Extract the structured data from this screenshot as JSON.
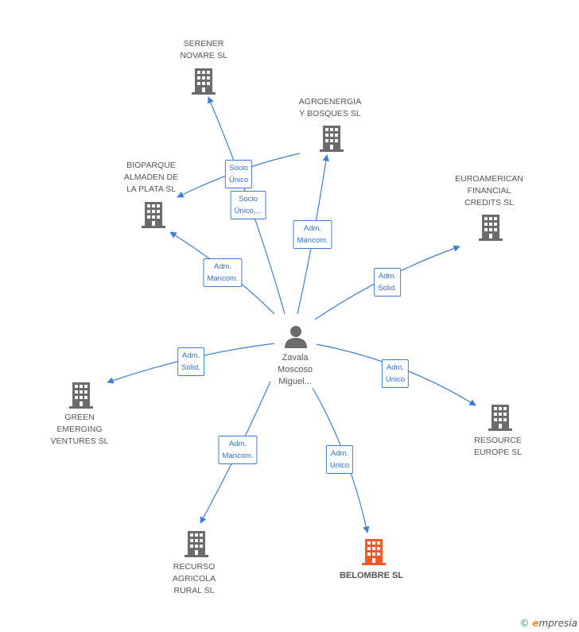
{
  "center": {
    "name": "Zavala\nMoscoso\nMiguel..."
  },
  "companies": [
    {
      "id": "serener",
      "name": "SERENER\nNOVARE  SL",
      "highlight": false
    },
    {
      "id": "agroenergia",
      "name": "AGROENERGIA\nY BOSQUES SL",
      "highlight": false
    },
    {
      "id": "bioparque",
      "name": "BIOPARQUE\nALMADEN DE\nLA PLATA SL",
      "highlight": false
    },
    {
      "id": "euroamerican",
      "name": "EUROAMERICAN\nFINANCIAL\nCREDITS SL",
      "highlight": false
    },
    {
      "id": "green",
      "name": "GREEN\nEMERGING\nVENTURES SL",
      "highlight": false
    },
    {
      "id": "resource",
      "name": "RESOURCE\nEUROPE SL",
      "highlight": false
    },
    {
      "id": "recurso",
      "name": "RECURSO\nAGRICOLA\nRURAL SL",
      "highlight": false
    },
    {
      "id": "belombre",
      "name": "BELOMBRE SL",
      "highlight": true
    }
  ],
  "edges": [
    {
      "id": "e-serener",
      "label": "Socio\nÚnico,..."
    },
    {
      "id": "e-agro-bio",
      "label": "Socio\nÚnico"
    },
    {
      "id": "e-agroenergia",
      "label": "Adm.\nMancom."
    },
    {
      "id": "e-bioparque",
      "label": "Adm.\nMancom."
    },
    {
      "id": "e-euroamerican",
      "label": "Adm.\nSolid."
    },
    {
      "id": "e-green",
      "label": "Adm.\nSolid."
    },
    {
      "id": "e-resource",
      "label": "Adm.\nUnico"
    },
    {
      "id": "e-recurso",
      "label": "Adm.\nMancom."
    },
    {
      "id": "e-belombre",
      "label": "Adm.\nUnico"
    }
  ],
  "colors": {
    "edge": "#3b7fd9",
    "building": "#6b6b6b",
    "highlight": "#f05a28"
  },
  "footer": {
    "copyright": "©",
    "brand_e": "e",
    "brand_rest": "mpresia"
  }
}
